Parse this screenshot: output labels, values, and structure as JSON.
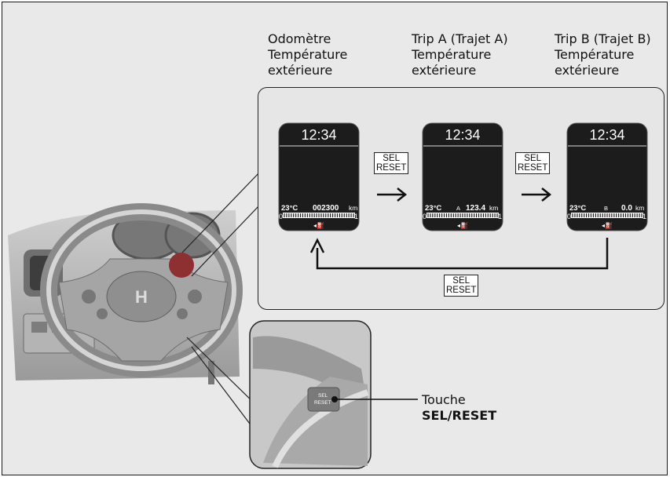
{
  "labels": {
    "odometer": [
      "Odomètre",
      "Température",
      "extérieure"
    ],
    "trip_a": [
      "Trip A (Trajet A)",
      "Température",
      "extérieure"
    ],
    "trip_b": [
      "Trip B (Trajet B)",
      "Température",
      "extérieure"
    ]
  },
  "displays": [
    {
      "time": "12:34",
      "temp": "23°C",
      "trip_letter": "",
      "value": "002300",
      "unit": "km",
      "gauge_min": "0",
      "gauge_max": "1"
    },
    {
      "time": "12:34",
      "temp": "23°C",
      "trip_letter": "A",
      "value": "123.4",
      "unit": "km",
      "gauge_min": "0",
      "gauge_max": "1"
    },
    {
      "time": "12:34",
      "temp": "23°C",
      "trip_letter": "B",
      "value": "0.0",
      "unit": "km",
      "gauge_min": "0",
      "gauge_max": "1"
    }
  ],
  "sel_reset": {
    "line1": "SEL",
    "line2": "RESET"
  },
  "button_callout": {
    "line1": "Touche",
    "line2": "SEL/RESET"
  },
  "colors": {
    "display_bg": "#1c1c1c",
    "button_highlight": "#8e2f31",
    "panel_bg": "#e6e6e6"
  }
}
